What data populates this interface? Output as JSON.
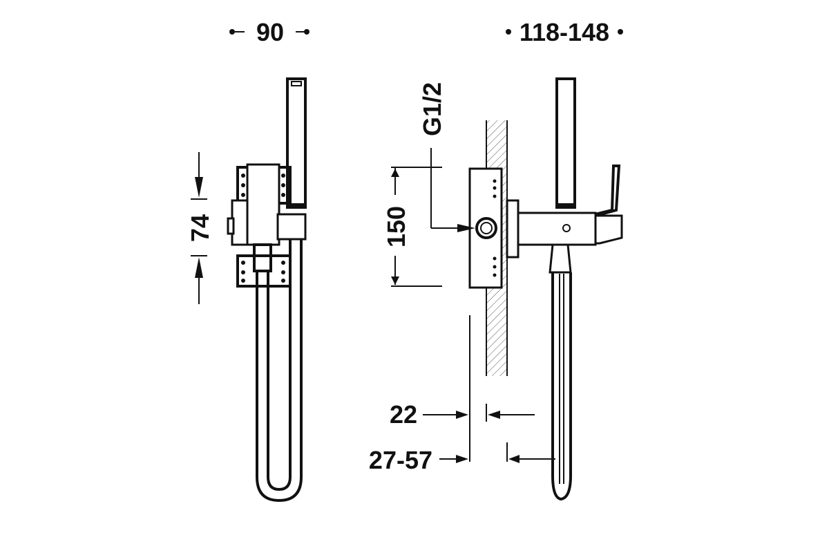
{
  "dimensions": {
    "front_width": "90",
    "side_depth": "118-148",
    "front_height": "74",
    "side_height": "150",
    "thread": "G1/2",
    "wall_offset": "22",
    "projection": "27-57"
  }
}
